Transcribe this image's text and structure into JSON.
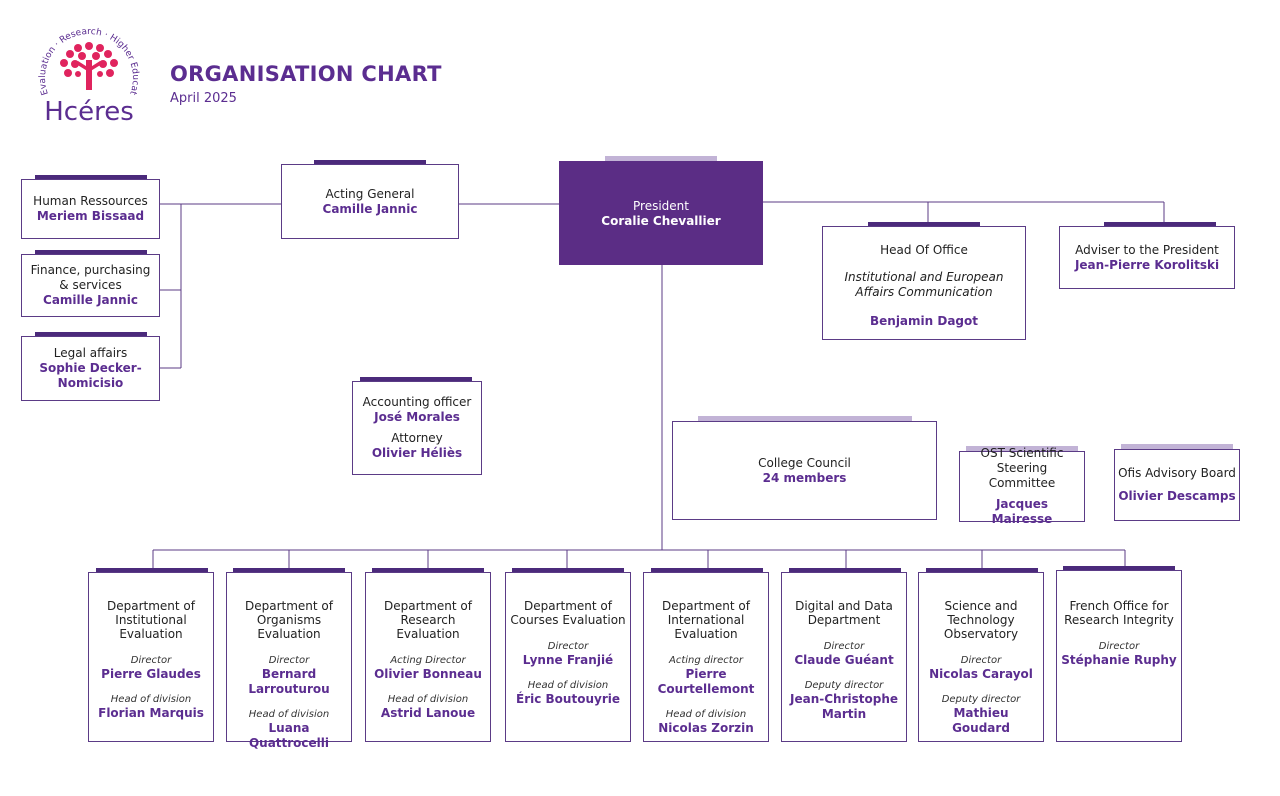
{
  "header": {
    "title": "ORGANISATION CHART",
    "subtitle": "April 2025",
    "logo_word": "Hcéres",
    "logo_ring_text": "Evaluation · Research · Higher Education"
  },
  "colors": {
    "primary": "#5b2d90",
    "dark_bar": "#4b2a7b",
    "light_bar": "#c2b3d6",
    "logo": "#e0245e"
  },
  "president": {
    "title": "President",
    "name": "Coralie Chevallier"
  },
  "acting_general": {
    "title": "Acting General",
    "name": "Camille Jannic"
  },
  "left_units": [
    {
      "title": "Human Ressources",
      "name": "Meriem Bissaad"
    },
    {
      "title": "Finance, purchasing & services",
      "name": "Camille Jannic"
    },
    {
      "title": "Legal affairs",
      "name": "Sophie Decker-Nomicisio"
    }
  ],
  "head_of_office": {
    "title": "Head Of Office",
    "subtitle": "Institutional and European Affairs Communication",
    "name": "Benjamin Dagot"
  },
  "adviser": {
    "title": "Adviser to the President",
    "name": "Jean-Pierre Korolitski"
  },
  "accounting": {
    "title1": "Accounting officer",
    "name1": "José Morales",
    "title2": "Attorney",
    "name2": "Olivier Héliès"
  },
  "college": {
    "title": "College Council",
    "name": "24 members"
  },
  "ost": {
    "title": "OST Scientific Steering Committee",
    "name": "Jacques Mairesse"
  },
  "ofis": {
    "title": "Ofis Advisory Board",
    "name": "Olivier Descamps"
  },
  "departments": [
    {
      "title": "Department of Institutional Evaluation",
      "role1": "Director",
      "name1": "Pierre Glaudes",
      "role2": "Head of division",
      "name2": "Florian Marquis"
    },
    {
      "title": "Department of Organisms Evaluation",
      "role1": "Director",
      "name1": "Bernard Larrouturou",
      "role2": "Head of division",
      "name2": "Luana Quattrocelli"
    },
    {
      "title": "Department of Research Evaluation",
      "role1": "Acting Director",
      "name1": "Olivier Bonneau",
      "role2": "Head of division",
      "name2": "Astrid Lanoue"
    },
    {
      "title": "Department of Courses Evaluation",
      "role1": "Director",
      "name1": "Lynne Franjié",
      "role2": "Head of division",
      "name2": "Éric Boutouyrie"
    },
    {
      "title": "Department of International Evaluation",
      "role1": "Acting director",
      "name1": "Pierre Courtellemont",
      "role2": "Head of division",
      "name2": "Nicolas Zorzin"
    },
    {
      "title": "Digital and Data Department",
      "role1": "Director",
      "name1": "Claude Guéant",
      "role2": "Deputy director",
      "name2": "Jean-Christophe Martin"
    },
    {
      "title": "Science and Technology Observatory",
      "role1": "Director",
      "name1": "Nicolas Carayol",
      "role2": "Deputy director",
      "name2": "Mathieu Goudard"
    },
    {
      "title": "French Office for Research Integrity",
      "role1": "Director",
      "name1": "Stéphanie Ruphy",
      "role2": "",
      "name2": ""
    }
  ]
}
